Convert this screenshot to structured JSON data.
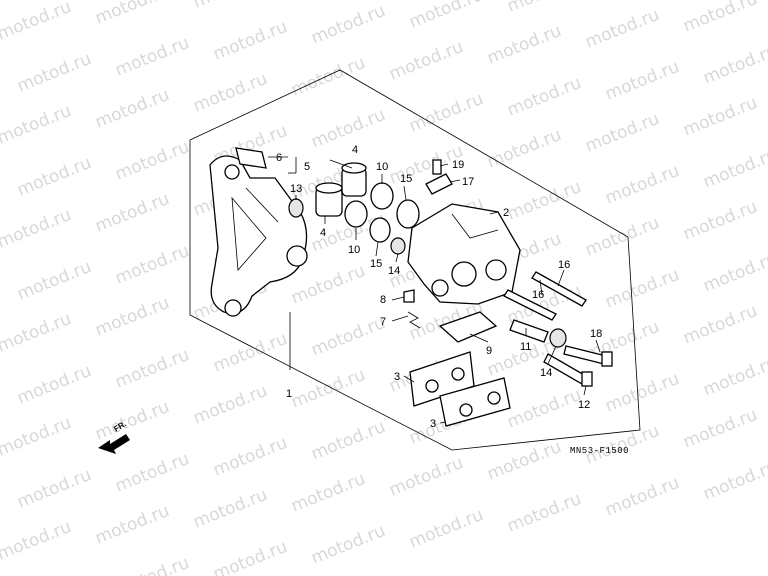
{
  "watermark": "motod.ru",
  "diagram_code": "MN53-F1500",
  "front_arrow_label": "FR.",
  "callouts": {
    "c1": "1",
    "c2": "2",
    "c3a": "3",
    "c3b": "3",
    "c4a": "4",
    "c4b": "4",
    "c5": "5",
    "c6": "6",
    "c7": "7",
    "c8": "8",
    "c9": "9",
    "c10a": "10",
    "c10b": "10",
    "c11": "11",
    "c12": "12",
    "c13": "13",
    "c14a": "14",
    "c14b": "14",
    "c15a": "15",
    "c15b": "15",
    "c16": "16",
    "c17": "17",
    "c18": "18",
    "c19": "19"
  }
}
